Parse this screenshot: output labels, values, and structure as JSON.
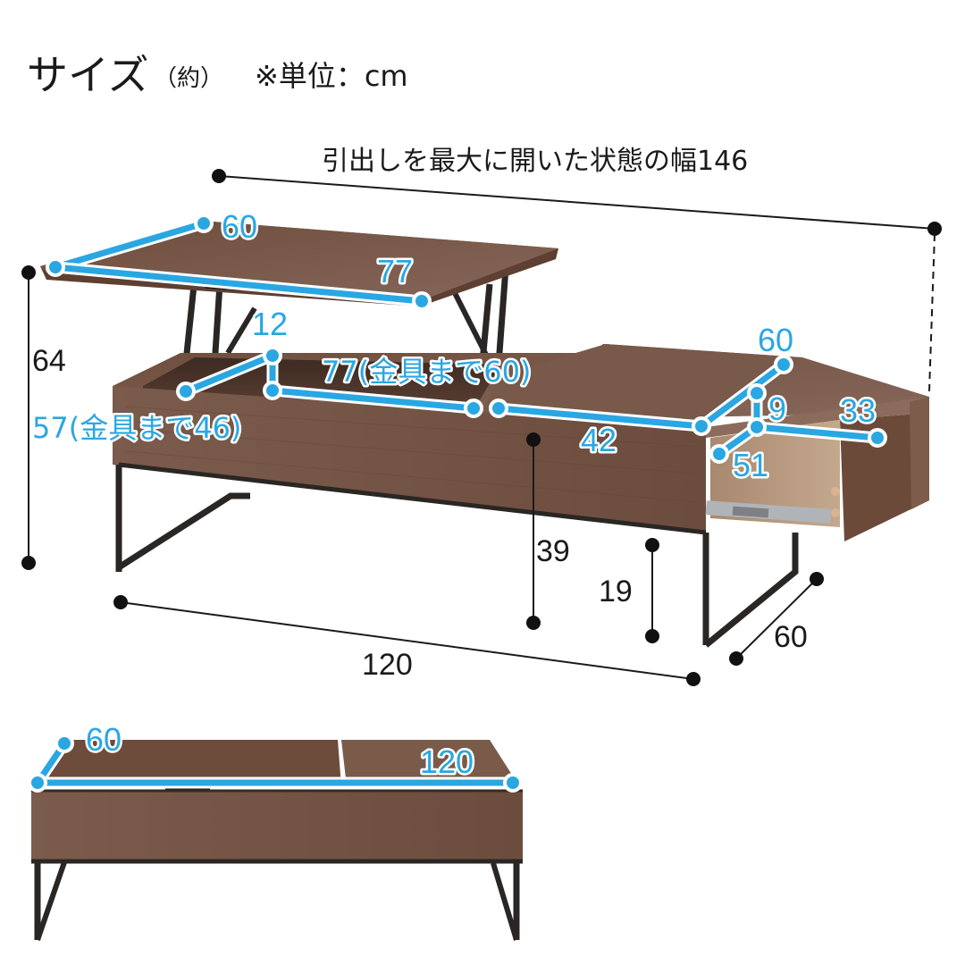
{
  "header": {
    "title": "サイズ",
    "approx": "（約）",
    "unit_note": "※単位：cm"
  },
  "labels": {
    "max_open_width": "引出しを最大に開いた状態の幅146",
    "lid_depth": "60",
    "lid_width": "77",
    "total_height": "64",
    "hinge_offset": "12",
    "inner_width": "77(金具まで60)",
    "inner_depth": "57(金具まで46)",
    "right_top_depth": "60",
    "drawer_height": "9",
    "drawer_width": "33",
    "right_section_width": "42",
    "drawer_depth": "51",
    "table_top_height": "39",
    "leg_clearance": "19",
    "table_depth": "60",
    "table_width": "120",
    "closed_depth": "60",
    "closed_width": "120"
  },
  "colors": {
    "dimension_accent": "#2aa7e2",
    "wood": "#7a5a48",
    "metal": "#2a2624"
  }
}
